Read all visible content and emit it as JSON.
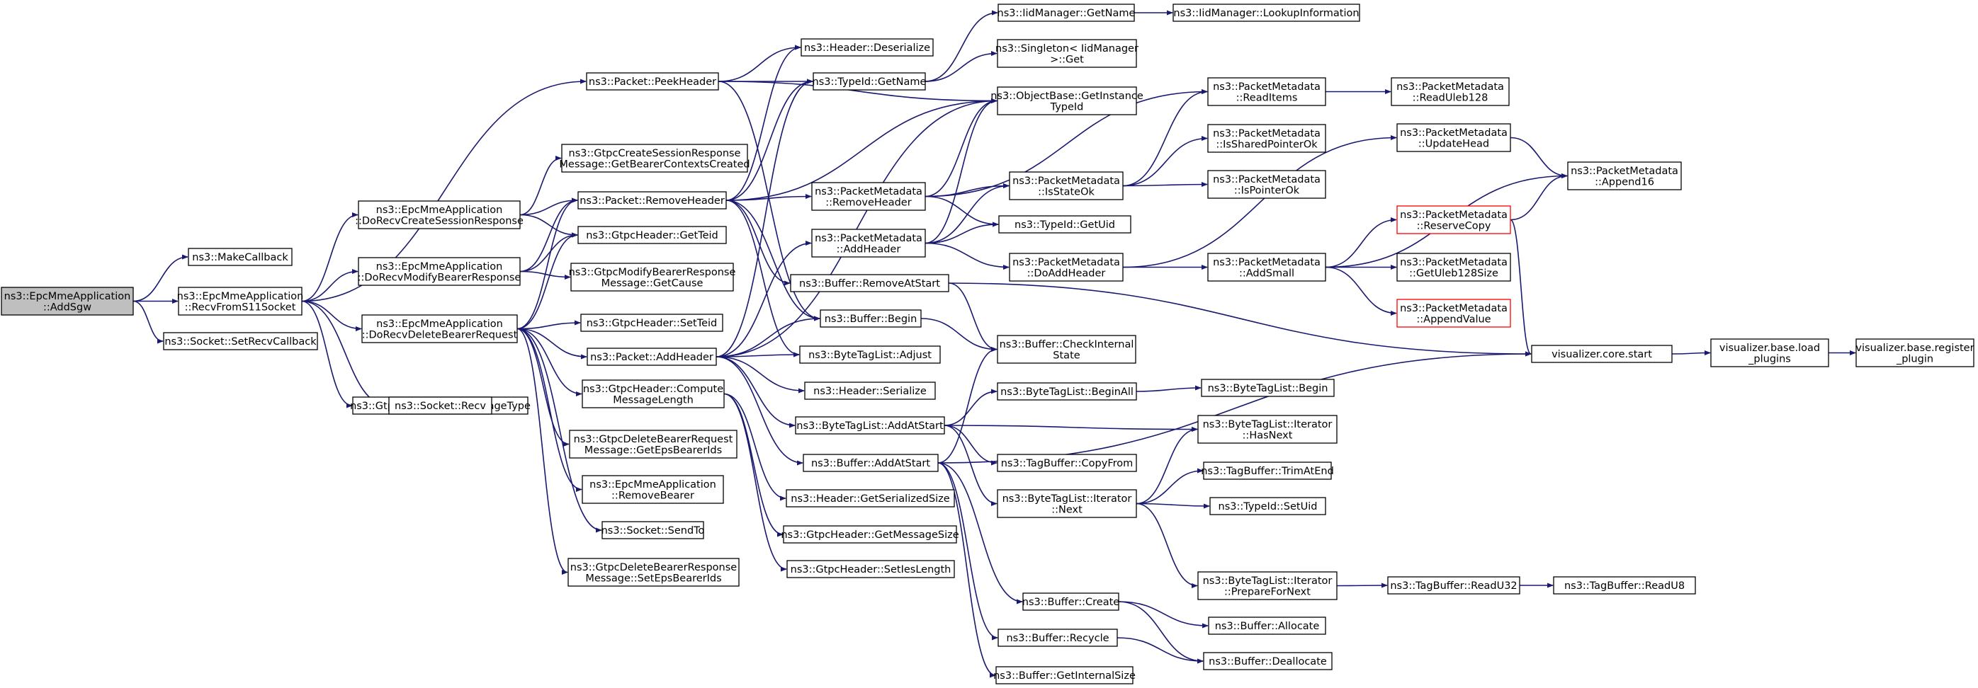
{
  "diagram": {
    "colors": {
      "edge": "#191970",
      "root_fill": "#bfbfbf",
      "truncated_border": "#ff0000",
      "node_border": "#000000"
    },
    "nodes": [
      {
        "id": "addsgw",
        "lines": [
          "ns3::EpcMmeApplication",
          "::AddSgw"
        ],
        "style": "root"
      },
      {
        "id": "makecb",
        "lines": [
          "ns3::MakeCallback"
        ]
      },
      {
        "id": "recvfrom",
        "lines": [
          "ns3::EpcMmeApplication",
          "::RecvFromS11Socket"
        ]
      },
      {
        "id": "setrecvcb",
        "lines": [
          "ns3::Socket::SetRecvCallback"
        ]
      },
      {
        "id": "docreate",
        "lines": [
          "ns3::EpcMmeApplication",
          "::DoRecvCreateSessionResponse"
        ]
      },
      {
        "id": "domodify",
        "lines": [
          "ns3::EpcMmeApplication",
          "::DoRecvModifyBearerResponse"
        ]
      },
      {
        "id": "dodelete",
        "lines": [
          "ns3::EpcMmeApplication",
          "::DoRecvDeleteBearerRequest"
        ]
      },
      {
        "id": "getmsgtype",
        "lines": [
          "ns3::GtpcHeader::GetMessageType"
        ]
      },
      {
        "id": "sockrecv",
        "lines": [
          "ns3::Socket::Recv"
        ]
      },
      {
        "id": "peekheader",
        "lines": [
          "ns3::Packet::PeekHeader"
        ]
      },
      {
        "id": "getbearerctx",
        "lines": [
          "ns3::GtpcCreateSessionResponse",
          "Message::GetBearerContextsCreated"
        ]
      },
      {
        "id": "removeheader",
        "lines": [
          "ns3::Packet::RemoveHeader"
        ]
      },
      {
        "id": "getteid",
        "lines": [
          "ns3::GtpcHeader::GetTeid"
        ]
      },
      {
        "id": "getcause",
        "lines": [
          "ns3::GtpcModifyBearerResponse",
          "Message::GetCause"
        ]
      },
      {
        "id": "setteid",
        "lines": [
          "ns3::GtpcHeader::SetTeid"
        ]
      },
      {
        "id": "addheader",
        "lines": [
          "ns3::Packet::AddHeader"
        ]
      },
      {
        "id": "computelen",
        "lines": [
          "ns3::GtpcHeader::Compute",
          "MessageLength"
        ]
      },
      {
        "id": "getepsids",
        "lines": [
          "ns3::GtpcDeleteBearerRequest",
          "Message::GetEpsBearerIds"
        ]
      },
      {
        "id": "removebearer",
        "lines": [
          "ns3::EpcMmeApplication",
          "::RemoveBearer"
        ]
      },
      {
        "id": "sendto",
        "lines": [
          "ns3::Socket::SendTo"
        ]
      },
      {
        "id": "setepsids",
        "lines": [
          "ns3::GtpcDeleteBearerResponse",
          "Message::SetEpsBearerIds"
        ]
      },
      {
        "id": "hdrdeserialize",
        "lines": [
          "ns3::Header::Deserialize"
        ]
      },
      {
        "id": "typeidgetname",
        "lines": [
          "ns3::TypeId::GetName"
        ]
      },
      {
        "id": "pmremoveheader",
        "lines": [
          "ns3::PacketMetadata",
          "::RemoveHeader"
        ]
      },
      {
        "id": "pmaddheader",
        "lines": [
          "ns3::PacketMetadata",
          "::AddHeader"
        ]
      },
      {
        "id": "bufremoveatstart",
        "lines": [
          "ns3::Buffer::RemoveAtStart"
        ]
      },
      {
        "id": "bufbegin",
        "lines": [
          "ns3::Buffer::Begin"
        ]
      },
      {
        "id": "btladjust",
        "lines": [
          "ns3::ByteTagList::Adjust"
        ]
      },
      {
        "id": "hdrserialize",
        "lines": [
          "ns3::Header::Serialize"
        ]
      },
      {
        "id": "btladdatstart",
        "lines": [
          "ns3::ByteTagList::AddAtStart"
        ]
      },
      {
        "id": "bufaddatstart",
        "lines": [
          "ns3::Buffer::AddAtStart"
        ]
      },
      {
        "id": "hdrgetsersize",
        "lines": [
          "ns3::Header::GetSerializedSize"
        ]
      },
      {
        "id": "gtpcgetmsgsize",
        "lines": [
          "ns3::GtpcHeader::GetMessageSize"
        ]
      },
      {
        "id": "gtpcsetieslen",
        "lines": [
          "ns3::GtpcHeader::SetIesLength"
        ]
      },
      {
        "id": "iidgetname",
        "lines": [
          "ns3::IidManager::GetName"
        ]
      },
      {
        "id": "singletonget",
        "lines": [
          "ns3::Singleton< IidManager",
          ">::Get"
        ]
      },
      {
        "id": "objgetinst",
        "lines": [
          "ns3::ObjectBase::GetInstance",
          "TypeId"
        ]
      },
      {
        "id": "pmisstateok",
        "lines": [
          "ns3::PacketMetadata",
          "::IsStateOk"
        ]
      },
      {
        "id": "typeidgetuid",
        "lines": [
          "ns3::TypeId::GetUid"
        ]
      },
      {
        "id": "pmdoaddheader",
        "lines": [
          "ns3::PacketMetadata",
          "::DoAddHeader"
        ]
      },
      {
        "id": "bufcheckinternal",
        "lines": [
          "ns3::Buffer::CheckInternal",
          "State"
        ]
      },
      {
        "id": "btlbeginall",
        "lines": [
          "ns3::ByteTagList::BeginAll"
        ]
      },
      {
        "id": "tbcopyfrom",
        "lines": [
          "ns3::TagBuffer::CopyFrom"
        ]
      },
      {
        "id": "btlitnext",
        "lines": [
          "ns3::ByteTagList::Iterator",
          "::Next"
        ]
      },
      {
        "id": "bufcreate",
        "lines": [
          "ns3::Buffer::Create"
        ]
      },
      {
        "id": "bufrecycle",
        "lines": [
          "ns3::Buffer::Recycle"
        ]
      },
      {
        "id": "bufgetinternalsize",
        "lines": [
          "ns3::Buffer::GetInternalSize"
        ]
      },
      {
        "id": "iidlookup",
        "lines": [
          "ns3::IidManager::LookupInformation"
        ]
      },
      {
        "id": "pmreaditems",
        "lines": [
          "ns3::PacketMetadata",
          "::ReadItems"
        ]
      },
      {
        "id": "pmissharedptr",
        "lines": [
          "ns3::PacketMetadata",
          "::IsSharedPointerOk"
        ]
      },
      {
        "id": "pmisptr",
        "lines": [
          "ns3::PacketMetadata",
          "::IsPointerOk"
        ]
      },
      {
        "id": "pmaddsmall",
        "lines": [
          "ns3::PacketMetadata",
          "::AddSmall"
        ]
      },
      {
        "id": "btlbegin",
        "lines": [
          "ns3::ByteTagList::Begin"
        ]
      },
      {
        "id": "btlithasnext",
        "lines": [
          "ns3::ByteTagList::Iterator",
          "::HasNext"
        ]
      },
      {
        "id": "tbtrimatend",
        "lines": [
          "ns3::TagBuffer::TrimAtEnd"
        ]
      },
      {
        "id": "typeidsetuid",
        "lines": [
          "ns3::TypeId::SetUid"
        ]
      },
      {
        "id": "btlitprepare",
        "lines": [
          "ns3::ByteTagList::Iterator",
          "::PrepareForNext"
        ]
      },
      {
        "id": "bufallocate",
        "lines": [
          "ns3::Buffer::Allocate"
        ]
      },
      {
        "id": "bufdeallocate",
        "lines": [
          "ns3::Buffer::Deallocate"
        ]
      },
      {
        "id": "pmreaduleb",
        "lines": [
          "ns3::PacketMetadata",
          "::ReadUleb128"
        ]
      },
      {
        "id": "pmupdatehead",
        "lines": [
          "ns3::PacketMetadata",
          "::UpdateHead"
        ]
      },
      {
        "id": "pmreservecopy",
        "lines": [
          "ns3::PacketMetadata",
          "::ReserveCopy"
        ],
        "style": "truncated"
      },
      {
        "id": "pmgetulebsize",
        "lines": [
          "ns3::PacketMetadata",
          "::GetUleb128Size"
        ]
      },
      {
        "id": "pmappendvalue",
        "lines": [
          "ns3::PacketMetadata",
          "::AppendValue"
        ],
        "style": "truncated"
      },
      {
        "id": "tbreadu32",
        "lines": [
          "ns3::TagBuffer::ReadU32"
        ]
      },
      {
        "id": "pmappend16",
        "lines": [
          "ns3::PacketMetadata",
          "::Append16"
        ]
      },
      {
        "id": "tbreadu8",
        "lines": [
          "ns3::TagBuffer::ReadU8"
        ]
      },
      {
        "id": "vizstart",
        "lines": [
          "visualizer.core.start"
        ]
      },
      {
        "id": "vizload",
        "lines": [
          "visualizer.base.load",
          "_plugins"
        ]
      },
      {
        "id": "vizregister",
        "lines": [
          "visualizer.base.register",
          "_plugin"
        ]
      }
    ],
    "edges": [
      [
        "addsgw",
        "makecb"
      ],
      [
        "addsgw",
        "recvfrom"
      ],
      [
        "addsgw",
        "setrecvcb"
      ],
      [
        "recvfrom",
        "peekheader"
      ],
      [
        "recvfrom",
        "docreate"
      ],
      [
        "recvfrom",
        "domodify"
      ],
      [
        "recvfrom",
        "dodelete"
      ],
      [
        "recvfrom",
        "getmsgtype"
      ],
      [
        "recvfrom",
        "sockrecv"
      ],
      [
        "docreate",
        "getbearerctx"
      ],
      [
        "docreate",
        "removeheader"
      ],
      [
        "docreate",
        "getteid"
      ],
      [
        "domodify",
        "removeheader"
      ],
      [
        "domodify",
        "getteid"
      ],
      [
        "domodify",
        "getcause"
      ],
      [
        "dodelete",
        "removeheader"
      ],
      [
        "dodelete",
        "getteid"
      ],
      [
        "dodelete",
        "setteid"
      ],
      [
        "dodelete",
        "addheader"
      ],
      [
        "dodelete",
        "computelen"
      ],
      [
        "dodelete",
        "getepsids"
      ],
      [
        "dodelete",
        "removebearer"
      ],
      [
        "dodelete",
        "sendto"
      ],
      [
        "dodelete",
        "setepsids"
      ],
      [
        "peekheader",
        "hdrdeserialize"
      ],
      [
        "peekheader",
        "typeidgetname"
      ],
      [
        "peekheader",
        "objgetinst"
      ],
      [
        "peekheader",
        "bufbegin"
      ],
      [
        "removeheader",
        "hdrdeserialize"
      ],
      [
        "removeheader",
        "typeidgetname"
      ],
      [
        "removeheader",
        "pmremoveheader"
      ],
      [
        "removeheader",
        "bufremoveatstart"
      ],
      [
        "removeheader",
        "bufbegin"
      ],
      [
        "removeheader",
        "btladjust"
      ],
      [
        "removeheader",
        "objgetinst"
      ],
      [
        "addheader",
        "typeidgetname"
      ],
      [
        "addheader",
        "objgetinst"
      ],
      [
        "addheader",
        "pmaddheader"
      ],
      [
        "addheader",
        "bufbegin"
      ],
      [
        "addheader",
        "btladjust"
      ],
      [
        "addheader",
        "hdrserialize"
      ],
      [
        "addheader",
        "btladdatstart"
      ],
      [
        "addheader",
        "bufaddatstart"
      ],
      [
        "computelen",
        "hdrgetsersize"
      ],
      [
        "computelen",
        "gtpcgetmsgsize"
      ],
      [
        "computelen",
        "gtpcsetieslen"
      ],
      [
        "typeidgetname",
        "iidgetname"
      ],
      [
        "typeidgetname",
        "singletonget"
      ],
      [
        "iidgetname",
        "iidlookup"
      ],
      [
        "pmremoveheader",
        "pmreaditems"
      ],
      [
        "pmremoveheader",
        "pmisstateok"
      ],
      [
        "pmremoveheader",
        "typeidgetuid"
      ],
      [
        "pmremoveheader",
        "objgetinst"
      ],
      [
        "pmaddheader",
        "pmisstateok"
      ],
      [
        "pmaddheader",
        "typeidgetuid"
      ],
      [
        "pmaddheader",
        "pmdoaddheader"
      ],
      [
        "pmaddheader",
        "objgetinst"
      ],
      [
        "pmisstateok",
        "pmreaditems"
      ],
      [
        "pmisstateok",
        "pmissharedptr"
      ],
      [
        "pmisstateok",
        "pmisptr"
      ],
      [
        "pmreaditems",
        "pmreaduleb"
      ],
      [
        "pmdoaddheader",
        "pmaddsmall"
      ],
      [
        "pmdoaddheader",
        "pmupdatehead"
      ],
      [
        "pmaddsmall",
        "pmreservecopy"
      ],
      [
        "pmaddsmall",
        "pmgetulebsize"
      ],
      [
        "pmaddsmall",
        "pmappendvalue"
      ],
      [
        "pmaddsmall",
        "pmappend16"
      ],
      [
        "pmupdatehead",
        "pmappend16"
      ],
      [
        "pmreservecopy",
        "pmappend16"
      ],
      [
        "pmreservecopy",
        "vizstart"
      ],
      [
        "bufremoveatstart",
        "bufcheckinternal"
      ],
      [
        "bufremoveatstart",
        "vizstart"
      ],
      [
        "bufbegin",
        "bufcheckinternal"
      ],
      [
        "btladdatstart",
        "btlbeginall"
      ],
      [
        "btladdatstart",
        "tbcopyfrom"
      ],
      [
        "btladdatstart",
        "btlitnext"
      ],
      [
        "btladdatstart",
        "btlithasnext"
      ],
      [
        "btlbeginall",
        "btlbegin"
      ],
      [
        "btlitnext",
        "btlithasnext"
      ],
      [
        "btlitnext",
        "tbtrimatend"
      ],
      [
        "btlitnext",
        "typeidsetuid"
      ],
      [
        "btlitnext",
        "btlitprepare"
      ],
      [
        "btlitprepare",
        "tbreadu32"
      ],
      [
        "tbreadu32",
        "tbreadu8"
      ],
      [
        "bufaddatstart",
        "bufcheckinternal"
      ],
      [
        "bufaddatstart",
        "bufcreate"
      ],
      [
        "bufaddatstart",
        "bufrecycle"
      ],
      [
        "bufaddatstart",
        "bufgetinternalsize"
      ],
      [
        "bufaddatstart",
        "vizstart"
      ],
      [
        "bufcreate",
        "bufallocate"
      ],
      [
        "bufcreate",
        "bufdeallocate"
      ],
      [
        "bufrecycle",
        "bufdeallocate"
      ],
      [
        "vizstart",
        "vizload"
      ],
      [
        "vizload",
        "vizregister"
      ]
    ]
  }
}
